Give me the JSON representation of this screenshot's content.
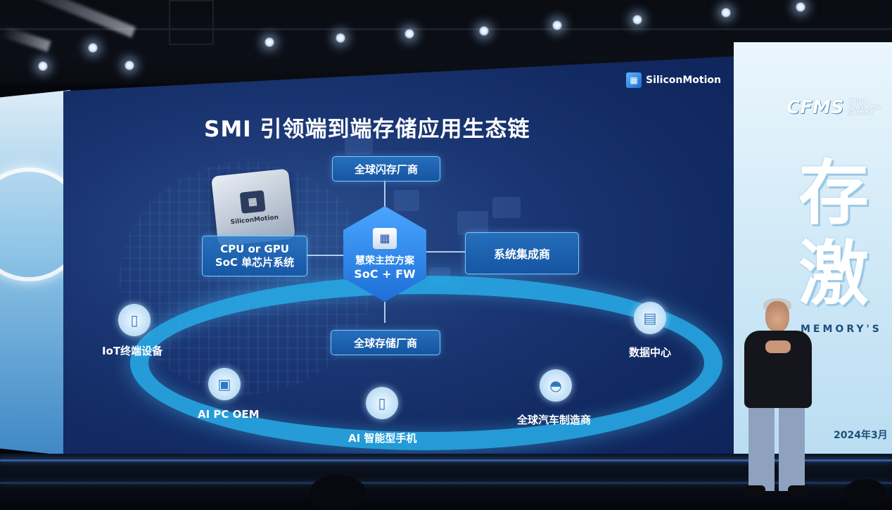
{
  "slide": {
    "title": "SMI 引领端到端存储应用生态链",
    "brand": "SiliconMotion",
    "chip_label": "SiliconMotion",
    "top_box": "全球闪存厂商",
    "left_box": {
      "line1": "CPU or GPU",
      "line2": "SoC 单芯片系统"
    },
    "right_box": "系统集成商",
    "center_hex": {
      "line1": "慧荣主控方案",
      "line2": "SoC + FW"
    },
    "bottom_box": "全球存储厂商",
    "nodes": [
      {
        "label": "IoT终端设备",
        "icon": "iot-device-icon"
      },
      {
        "label": "AI PC OEM",
        "icon": "ai-chip-icon"
      },
      {
        "label": "AI 智能型手机",
        "icon": "smartphone-icon"
      },
      {
        "label": "全球汽车制造商",
        "icon": "car-icon"
      },
      {
        "label": "数据中心",
        "icon": "server-icon"
      }
    ]
  },
  "backdrop": {
    "logo_text": "CFMS",
    "logo_sub": [
      "CHINA",
      "FLASH MA",
      "SUMMIT"
    ],
    "big_chars": [
      "存",
      "激"
    ],
    "tagline": "MEMORY'S",
    "date": "2024年3月"
  },
  "colors": {
    "slide_bg": "#1a3572",
    "ring": "#28afeb",
    "box": "#1f72c8",
    "led_panel": "#cbe6f6"
  }
}
